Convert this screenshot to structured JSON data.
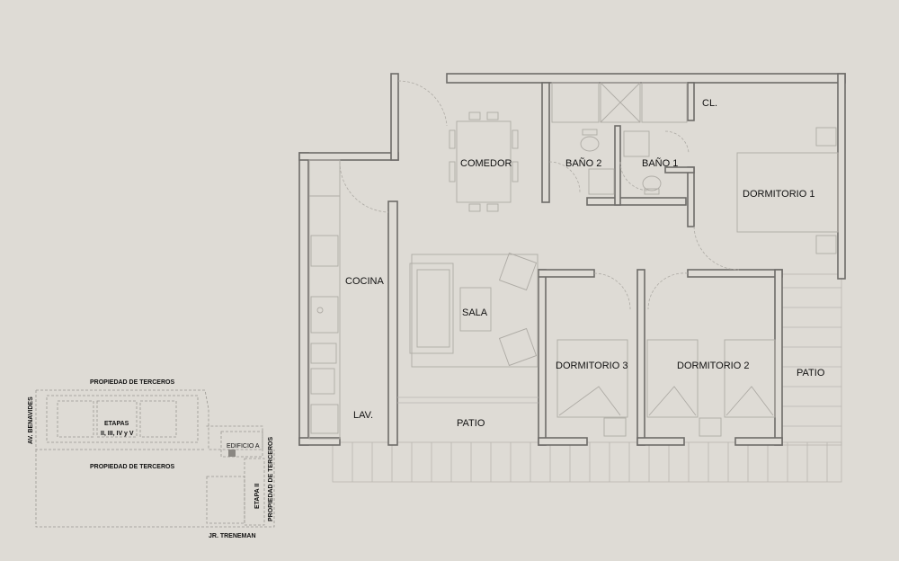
{
  "colors": {
    "background": "#dedbd5",
    "wall": "#6e6c69",
    "fixture": "#aeaba5"
  },
  "rooms": {
    "comedor": "COMEDOR",
    "bano2": "BAÑO 2",
    "bano1": "BAÑO 1",
    "closet": "CL.",
    "dormitorio1": "DORMITORIO 1",
    "cocina": "COCINA",
    "sala": "SALA",
    "dormitorio3": "DORMITORIO 3",
    "dormitorio2": "DORMITORIO 2",
    "patio_right": "PATIO",
    "lavanderia": "LAV.",
    "patio_bottom": "PATIO"
  },
  "site_map": {
    "top_neighbor": "PROPIEDAD DE TERCEROS",
    "middle_neighbor": "PROPIEDAD DE TERCEROS",
    "right_neighbor": "PROPIEDAD DE TERCEROS",
    "avenue": "AV. BENAVIDES",
    "street": "JR. TRENEMAN",
    "etapas_title": "ETAPAS",
    "etapas_list": "II, III, IV y V",
    "building": "EDIFICIO A",
    "stage": "ETAPA II"
  }
}
